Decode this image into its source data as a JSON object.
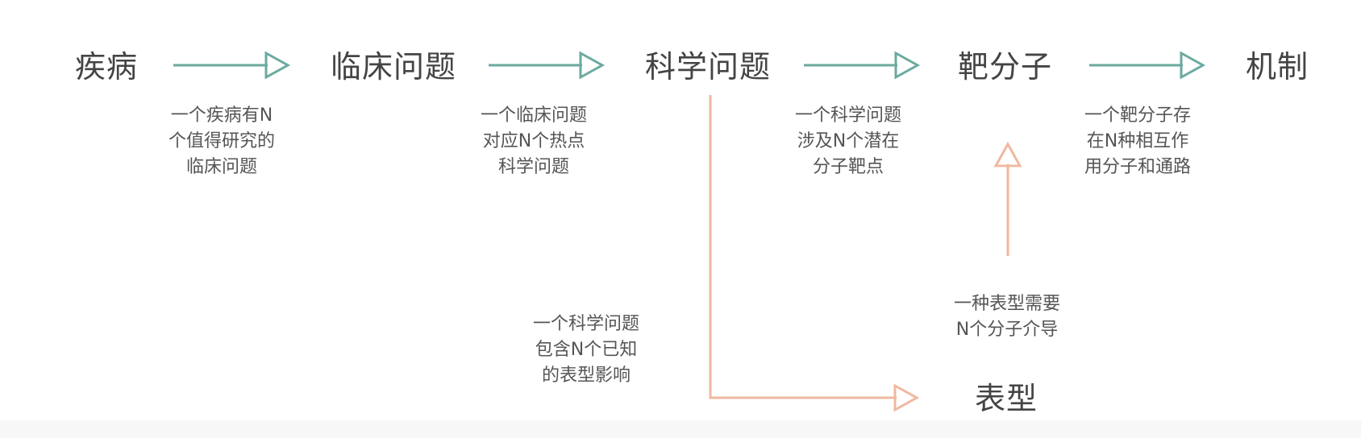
{
  "colors": {
    "teal": "#6aaa9f",
    "peach": "#f0b8a0",
    "text": "#444444"
  },
  "nodes": {
    "disease": "疾病",
    "clinical_question": "临床问题",
    "scientific_question": "科学问题",
    "target_molecule": "靶分子",
    "mechanism": "机制",
    "phenotype": "表型"
  },
  "notes": {
    "disease_to_clinical": [
      "一个疾病有N",
      "个值得研究的",
      "临床问题"
    ],
    "clinical_to_scientific": [
      "一个临床问题",
      "对应N个热点",
      "科学问题"
    ],
    "scientific_to_target": [
      "一个科学问题",
      "涉及N个潜在",
      "分子靶点"
    ],
    "target_to_mechanism": [
      "一个靶分子存",
      "在N种相互作",
      "用分子和通路"
    ],
    "scientific_to_phenotype": [
      "一个科学问题",
      "包含N个已知",
      "的表型影响"
    ],
    "phenotype_to_target": [
      "一种表型需要",
      "N个分子介导"
    ]
  }
}
